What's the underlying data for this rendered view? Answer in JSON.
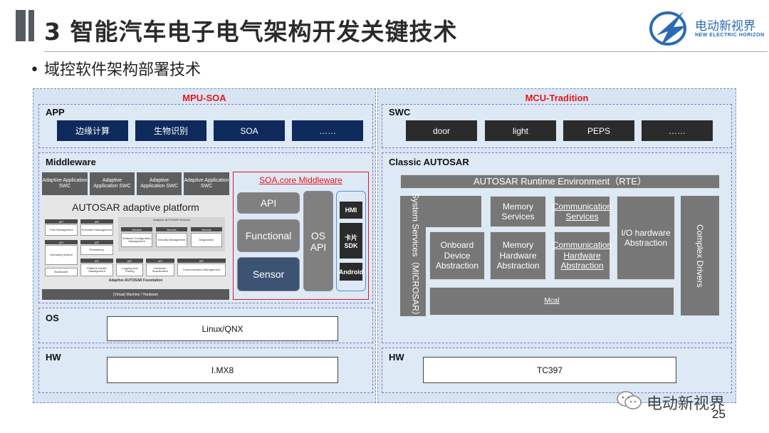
{
  "header": {
    "title": "3 智能汽车电子电气架构开发关键技术",
    "subtitle": "• 域控软件架构部署技术",
    "logo_text": "电动新视界",
    "logo_sub": "NEW ELECTRIC HORIZON"
  },
  "left": {
    "title": "MPU-SOA",
    "app_label": "APP",
    "app_items": [
      "边缘计算",
      "生物识别",
      "SOA",
      "……"
    ],
    "middleware_label": "Middleware",
    "adaptive_apps": [
      "Adaptive Application SWC",
      "Adaptive Application SWC",
      "Adaptive Application SWC",
      "Adaptive Application SWC"
    ],
    "platform_title": "AUTOSAR adaptive platform",
    "services_title": "Adaptive AUTOSAR Services",
    "services": [
      "Software Configuration Management",
      "Security Management",
      "Diagnostics"
    ],
    "service_head": "Service",
    "api_head": "API",
    "fnd_items": [
      "Time Management",
      "Execution Management",
      "Operating System",
      "Persistency",
      "Bootloader",
      "Platform Health Management",
      "Logging and Tracing",
      "Hardware Acceleration",
      "Communication Management"
    ],
    "foundation_title": "Adaptive AUTOSAR Foundation",
    "machine_label": "(Virtual) Machine / Hardware",
    "soa_title": "SOA.core Middleware",
    "soa_api": "API",
    "soa_functional": "Functional",
    "soa_sensor": "Sensor",
    "soa_osapi": "OS API",
    "soa_small": [
      "HMI",
      "卡片SDK",
      "Android"
    ],
    "os_label": "OS",
    "os_value": "Linux/QNX",
    "hw_label": "HW",
    "hw_value": "I.MX8"
  },
  "right": {
    "title": "MCU-Tradition",
    "swc_label": "SWC",
    "swc_items": [
      "door",
      "light",
      "PEPS",
      "……"
    ],
    "classic_label": "Classic AUTOSAR",
    "rte": "AUTOSAR Runtime Environment（RTE）",
    "system_services": "System Services（MICROSAR）",
    "memory_services": "Memory Services",
    "comm_services": "Communication Services",
    "io_abstraction": "I/O hardware Abstraction",
    "complex_drivers": "Complex Drivers",
    "onboard": "Onboard Device Abstraction",
    "memory_hw": "Memory Hardware Abstraction",
    "comm_hw": "Communication Hardware Abstraction",
    "mcal": "Mcal",
    "hw_label": "HW",
    "hw_value": "TC397"
  },
  "footer": {
    "watermark": "电动新视界",
    "page_number": "25"
  },
  "colors": {
    "panel_bg": "#d7e5f3",
    "app_box": "#0e2a5c",
    "swc_box": "#2b2b2b",
    "title_red": "#e8141b",
    "brand_blue": "#2a6ab5"
  }
}
